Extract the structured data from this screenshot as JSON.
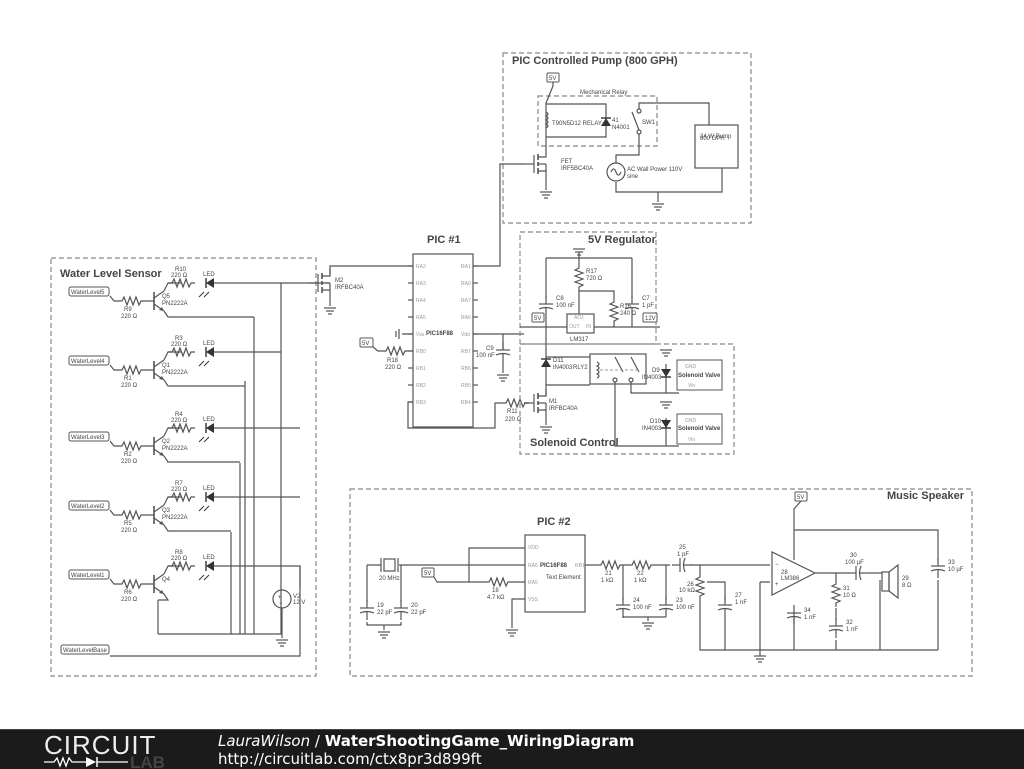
{
  "sections": {
    "pump": "PIC Controlled Pump (800 GPH)",
    "water_sensor": "Water Level Sensor",
    "pic1": "PIC #1",
    "regulator": "5V Regulator",
    "solenoid": "Solenoid Control",
    "pic2": "PIC #2",
    "speaker": "Music Speaker"
  },
  "pump": {
    "relay_box": "Mechanical Relay",
    "relay_name": "T90N5D12 RELAY",
    "diode_name": "41",
    "diode_part": "N4001",
    "switch": "SW1",
    "pump_label": "24 W Pump",
    "pump_sub": "800 GPH",
    "fet_name": "FET",
    "fet_part": "IRF5BC40A",
    "ac_name": "AC Wall Power 110V",
    "ac_sub": "sine",
    "supply": "5V"
  },
  "water_sensor": {
    "stages": [
      {
        "tag": "WaterLevel5",
        "rb": "R9",
        "rb_val": "220 Ω",
        "rc": "R10",
        "rc_val": "220 Ω",
        "q": "Q5",
        "q_part": "PN2222A",
        "led": "LED"
      },
      {
        "tag": "WaterLevel4",
        "rb": "R1",
        "rb_val": "220 Ω",
        "rc": "R3",
        "rc_val": "220 Ω",
        "q": "Q1",
        "q_part": "PN2222A",
        "led": "LED"
      },
      {
        "tag": "WaterLevel3",
        "rb": "R2",
        "rb_val": "220 Ω",
        "rc": "R4",
        "rc_val": "220 Ω",
        "q": "Q2",
        "q_part": "PN2222A",
        "led": "LED"
      },
      {
        "tag": "WaterLevel2",
        "rb": "R5",
        "rb_val": "220 Ω",
        "rc": "R7",
        "rc_val": "220 Ω",
        "q": "Q3",
        "q_part": "PN2222A",
        "led": "LED"
      },
      {
        "tag": "WaterLevel1",
        "rb": "R6",
        "rb_val": "220 Ω",
        "rc": "R8",
        "rc_val": "220 Ω",
        "q": "Q4",
        "q_part": "",
        "led": "LED"
      }
    ],
    "base_tag": "WaterLevelBase",
    "source_name": "V2",
    "source_val": "12 V"
  },
  "pic1": {
    "chip": "PIC16F88",
    "left_pins": [
      "RA2",
      "RA3",
      "RA4",
      "RA5",
      "Vss",
      "RB0",
      "RB1",
      "RB2",
      "RB3"
    ],
    "right_pins": [
      "RA1",
      "RA0",
      "RA7",
      "RA6",
      "Vdd",
      "RB7",
      "RB6",
      "RB5",
      "RB4"
    ],
    "m2": "M2",
    "m2_part": "IRFBC40A",
    "r18": "R18",
    "r18_val": "220 Ω",
    "c9": "C9",
    "c9_val": "100 nF",
    "r11": "R11",
    "r11_val": "220 Ω",
    "supply": "5V"
  },
  "regulator": {
    "r17": "R17",
    "r17_val": "720 Ω",
    "r16": "R16",
    "r16_val": "240 Ω",
    "c8": "C8",
    "c8_val": "100 nF",
    "c7": "C7",
    "c7_val": "1 pF",
    "ic": "LM317",
    "pin_adj": "ADJ",
    "pin_out": "OUT",
    "pin_in": "IN",
    "tag_5v": "5V",
    "tag_12v": "12V"
  },
  "solenoid": {
    "d11": "D11",
    "d11_part": "IN4003",
    "relay": "RLY2",
    "m1": "M1",
    "m1_part": "IRFBC40A",
    "d9": "D9",
    "d9_part": "IN4003",
    "d10": "D10",
    "d10_part": "IN4003",
    "valve": "Solenoid Valve",
    "valve_gnd": "GND",
    "valve_vin": "Vin"
  },
  "pic2": {
    "chip": "PIC16F88",
    "text_el": "Text Element",
    "pins": {
      "vdd": "VDD",
      "ra6": "RA6",
      "ra5": "RA5",
      "vss": "VSS",
      "rb1": "RB1"
    },
    "crystal": "20 MHz",
    "c19": "19",
    "c19_val": "22 pF",
    "c20": "20",
    "c20_val": "22 pF",
    "r18": "18",
    "r18_val": "4.7 kΩ",
    "supply": "5V"
  },
  "speaker": {
    "r21": "21",
    "r21_val": "1 kΩ",
    "r22": "22",
    "r22_val": "1 kΩ",
    "c24": "24",
    "c24_val": "100 nF",
    "c23": "23",
    "c23_val": "100 nF",
    "c25": "25",
    "c25_val": "1 pF",
    "pot": "26",
    "pot_val": "10 kΩ",
    "c27": "27",
    "c27_val": "1 nF",
    "amp": "28",
    "amp_part": "LM386",
    "c34": "34",
    "c34_val": "1 nF",
    "c30": "30",
    "c30_val": "100 µF",
    "r31": "31",
    "r31_val": "10 Ω",
    "c32": "32",
    "c32_val": "1 nF",
    "spk": "29",
    "spk_val": "8 Ω",
    "c33": "33",
    "c33_val": "10 µF",
    "supply": "5V"
  },
  "footer": {
    "logo_top": "CIRCUIT",
    "logo_bottom": "LAB",
    "user": "LauraWilson",
    "separator": " / ",
    "project": "WaterShootingGame_WiringDiagram",
    "url": "http://circuitlab.com/ctx8pr3d899ft"
  }
}
